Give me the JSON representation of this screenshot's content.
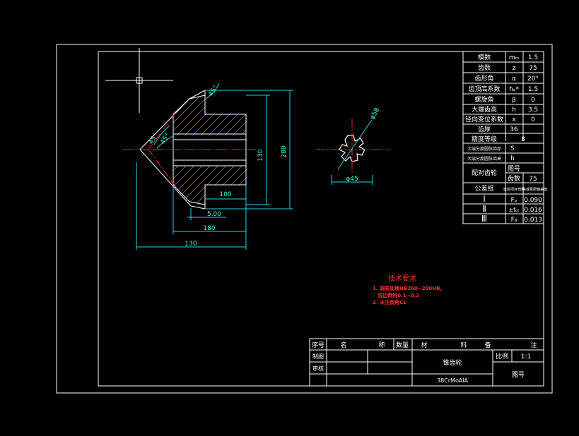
{
  "colors": {
    "background": "#000000",
    "frame": "#ffffff",
    "dimension": "#22d3ee",
    "hatch": "#ffd700",
    "centerline": "#ff2020",
    "outline": "#ffffff",
    "notes": "#ff3030"
  },
  "dimensions": {
    "d130_vertical": "130",
    "d280_vertical": "280",
    "d100": "100",
    "d5_00": "5.00",
    "d180": "180",
    "d130_horizontal": "130",
    "angle_45": "45°",
    "angle_a": "45°",
    "angle_b": "45°",
    "d58": "φ58",
    "d45": "φ45"
  },
  "param_table": {
    "rows": [
      {
        "name": "模数",
        "symbol": "mₘ",
        "value": "1.5"
      },
      {
        "name": "齿数",
        "symbol": "z",
        "value": "75"
      },
      {
        "name": "齿形角",
        "symbol": "α",
        "value": "20°"
      },
      {
        "name": "齿顶高系数",
        "symbol": "hₐ*",
        "value": "1.5"
      },
      {
        "name": "螺旋角",
        "symbol": "β",
        "value": "0"
      },
      {
        "name": "大端齿高",
        "symbol": "h",
        "value": "3.5"
      },
      {
        "name": "径向变位系数",
        "symbol": "x",
        "value": "0"
      },
      {
        "name": "齿厚",
        "symbol": "",
        "value": "36"
      },
      {
        "name": "精度等级",
        "symbol": "",
        "value": "8"
      },
      {
        "name": "大端分度圆弦齿厚",
        "symbol": "S",
        "value": ""
      },
      {
        "name": "大端分度圆弦齿高",
        "symbol": "h",
        "value": ""
      }
    ],
    "mating_label": "配对齿轮",
    "mating_sub": [
      {
        "name": "图号",
        "value": ""
      },
      {
        "name": "齿数",
        "value": "75"
      }
    ],
    "tolerance_label": "公差组",
    "tolerance_head": [
      "检验项目代号",
      "公差或极限偏差值"
    ],
    "tolerance_rows": [
      {
        "group": "Ⅰ",
        "symbol": "Fₚ",
        "value": "0.090"
      },
      {
        "group": "Ⅱ",
        "symbol": "±fₚₜ",
        "value": "0.016"
      },
      {
        "group": "Ⅲ",
        "symbol": "Fᵦ",
        "value": "0.013"
      }
    ]
  },
  "tech_notes": {
    "title": "技术要求",
    "lines": [
      "1. 调质处理HB260~290HB。",
      "   锐边倒钝0.1~0.2",
      "2. 未注倒角C1"
    ]
  },
  "title_block": {
    "header": [
      "序号",
      "名",
      "称",
      "数量",
      "材",
      "料",
      "备",
      "注"
    ],
    "drawn": "制图",
    "checked": "审核",
    "part_name": "锥齿轮",
    "scale_label": "比例",
    "scale_value": "1:1",
    "material": "38CrMoAlA",
    "drawing_no": "图号"
  }
}
